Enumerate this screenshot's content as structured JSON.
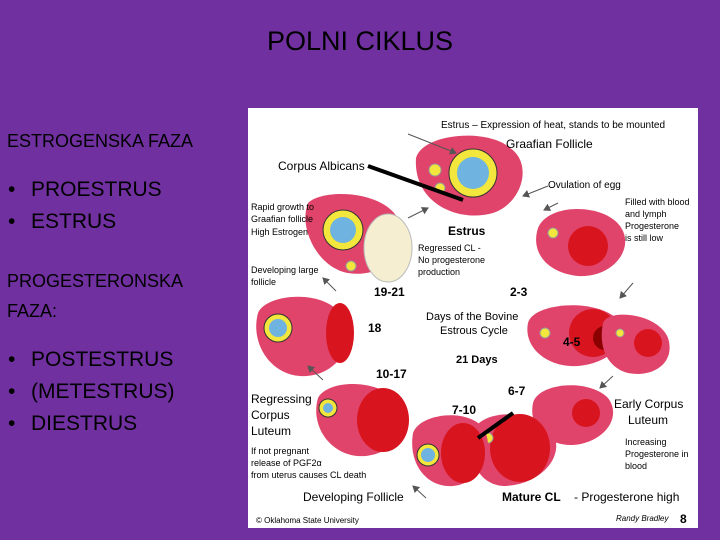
{
  "title": "POLNI CIKLUS",
  "left": {
    "estrogen_phase": "ESTROGENSKA FAZA",
    "estrogen_items": [
      "PROESTRUS",
      "ESTRUS"
    ],
    "progesterone_phase_line1": "PROGESTERONSKA",
    "progesterone_phase_line2": "FAZA:",
    "progesterone_items": [
      "POSTESTRUS",
      "(METESTRUS)",
      "DIESTRUS"
    ]
  },
  "diagram": {
    "estrus_desc": "Estrus – Expression of heat, stands to be mounted",
    "graafian": "Graafian Follicle",
    "corpus_albicans": "Corpus Albicans",
    "ovulation": "Ovulation of egg",
    "rapid1": "Rapid growth to",
    "rapid2": "Graafian follicle",
    "rapid3": "High Estrogen",
    "estrus": "Estrus",
    "regressed1": "Regressed CL -",
    "regressed2": "No progesterone",
    "regressed3": "production",
    "filled1": "Filled with blood",
    "filled2": "and lymph",
    "filled3": "Progesterone",
    "filled4": "is still low",
    "developing1": "Developing large",
    "developing2": "follicle",
    "d1921": "19-21",
    "d23": "2-3",
    "days1": "Days of the Bovine",
    "days2": "Estrous Cycle",
    "d18": "18",
    "days21": "21 Days",
    "d45": "4-5",
    "d1017": "10-17",
    "d67": "6-7",
    "d710": "7-10",
    "regressing1": "Regressing",
    "regressing2": "Corpus",
    "regressing3": "Luteum",
    "notpreg1": "If not pregnant",
    "notpreg2": "release of PGF2α",
    "notpreg3": "from uterus causes CL death",
    "earlycl1": "Early Corpus",
    "earlycl2": "Luteum",
    "increasing1": "Increasing",
    "increasing2": "Progesterone in",
    "increasing3": "blood",
    "developing_follicle": "Developing Follicle",
    "mature_cl": "Mature CL",
    "mature_desc": "- Progesterone high",
    "osu": "© Oklahoma State University",
    "signature": "Randy Bradley",
    "page_num": "8"
  }
}
